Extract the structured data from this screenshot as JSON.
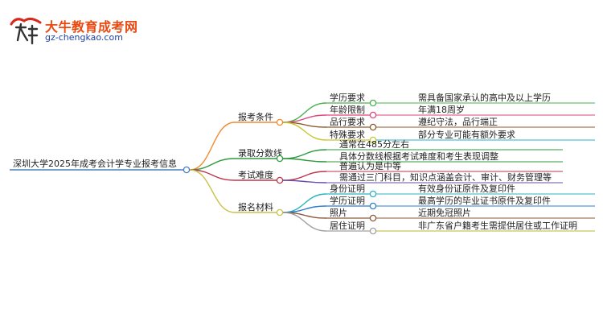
{
  "logo": {
    "title": "大牛教育成考网",
    "url": "gz-chengkao.com",
    "mark_text": "大牛"
  },
  "root": {
    "label": "深圳大学2025年成考会计学专业报考信息"
  },
  "branches": [
    {
      "label": "报考条件",
      "color": "#f08a2e",
      "children": [
        {
          "label": "学历要求",
          "color": "#4caf50",
          "children": [
            {
              "label": "需具备国家承认的高中及以上学历",
              "color": "#4caf50"
            }
          ]
        },
        {
          "label": "年龄限制",
          "color": "#e0457b",
          "children": [
            {
              "label": "年满18周岁",
              "color": "#e0457b"
            }
          ]
        },
        {
          "label": "品行要求",
          "color": "#8b5a2b",
          "children": [
            {
              "label": "遵纪守法，品行端正",
              "color": "#8b5a2b"
            }
          ]
        },
        {
          "label": "特殊要求",
          "color": "#c8c832",
          "children": [
            {
              "label": "部分专业可能有额外要求",
              "color": "#27b3c8"
            }
          ]
        }
      ]
    },
    {
      "label": "录取分数线",
      "color": "#2e9a3e",
      "children": [
        {
          "label": "通常在485分左右",
          "color": "#2e9a3e",
          "children": []
        },
        {
          "label": "具体分数线根据考试难度和考生表现调整",
          "color": "#2e9a3e",
          "children": []
        }
      ]
    },
    {
      "label": "考试难度",
      "color": "#c0334a",
      "children": [
        {
          "label": "普遍认为是中等",
          "color": "#c0334a",
          "children": []
        },
        {
          "label": "需通过三门科目，知识点涵盖会计、审计、财务管理等",
          "color": "#6a4fa8",
          "children": []
        }
      ]
    },
    {
      "label": "报名材料",
      "color": "#c9c24a",
      "children": [
        {
          "label": "身份证明",
          "color": "#2bb3c0",
          "children": [
            {
              "label": "有效身份证原件及复印件",
              "color": "#2bb3c0"
            }
          ]
        },
        {
          "label": "学历证明",
          "color": "#2e7bd0",
          "children": [
            {
              "label": "最高学历的毕业证书原件及复印件",
              "color": "#2e7bd0"
            }
          ]
        },
        {
          "label": "照片",
          "color": "#8a5a3a",
          "children": [
            {
              "label": "近期免冠照片",
              "color": "#8a5a3a"
            }
          ]
        },
        {
          "label": "居住证明",
          "color": "#a0a0a0",
          "children": [
            {
              "label": "非广东省户籍考生需提供居住或工作证明",
              "color": "#b8b830"
            }
          ]
        }
      ]
    }
  ]
}
